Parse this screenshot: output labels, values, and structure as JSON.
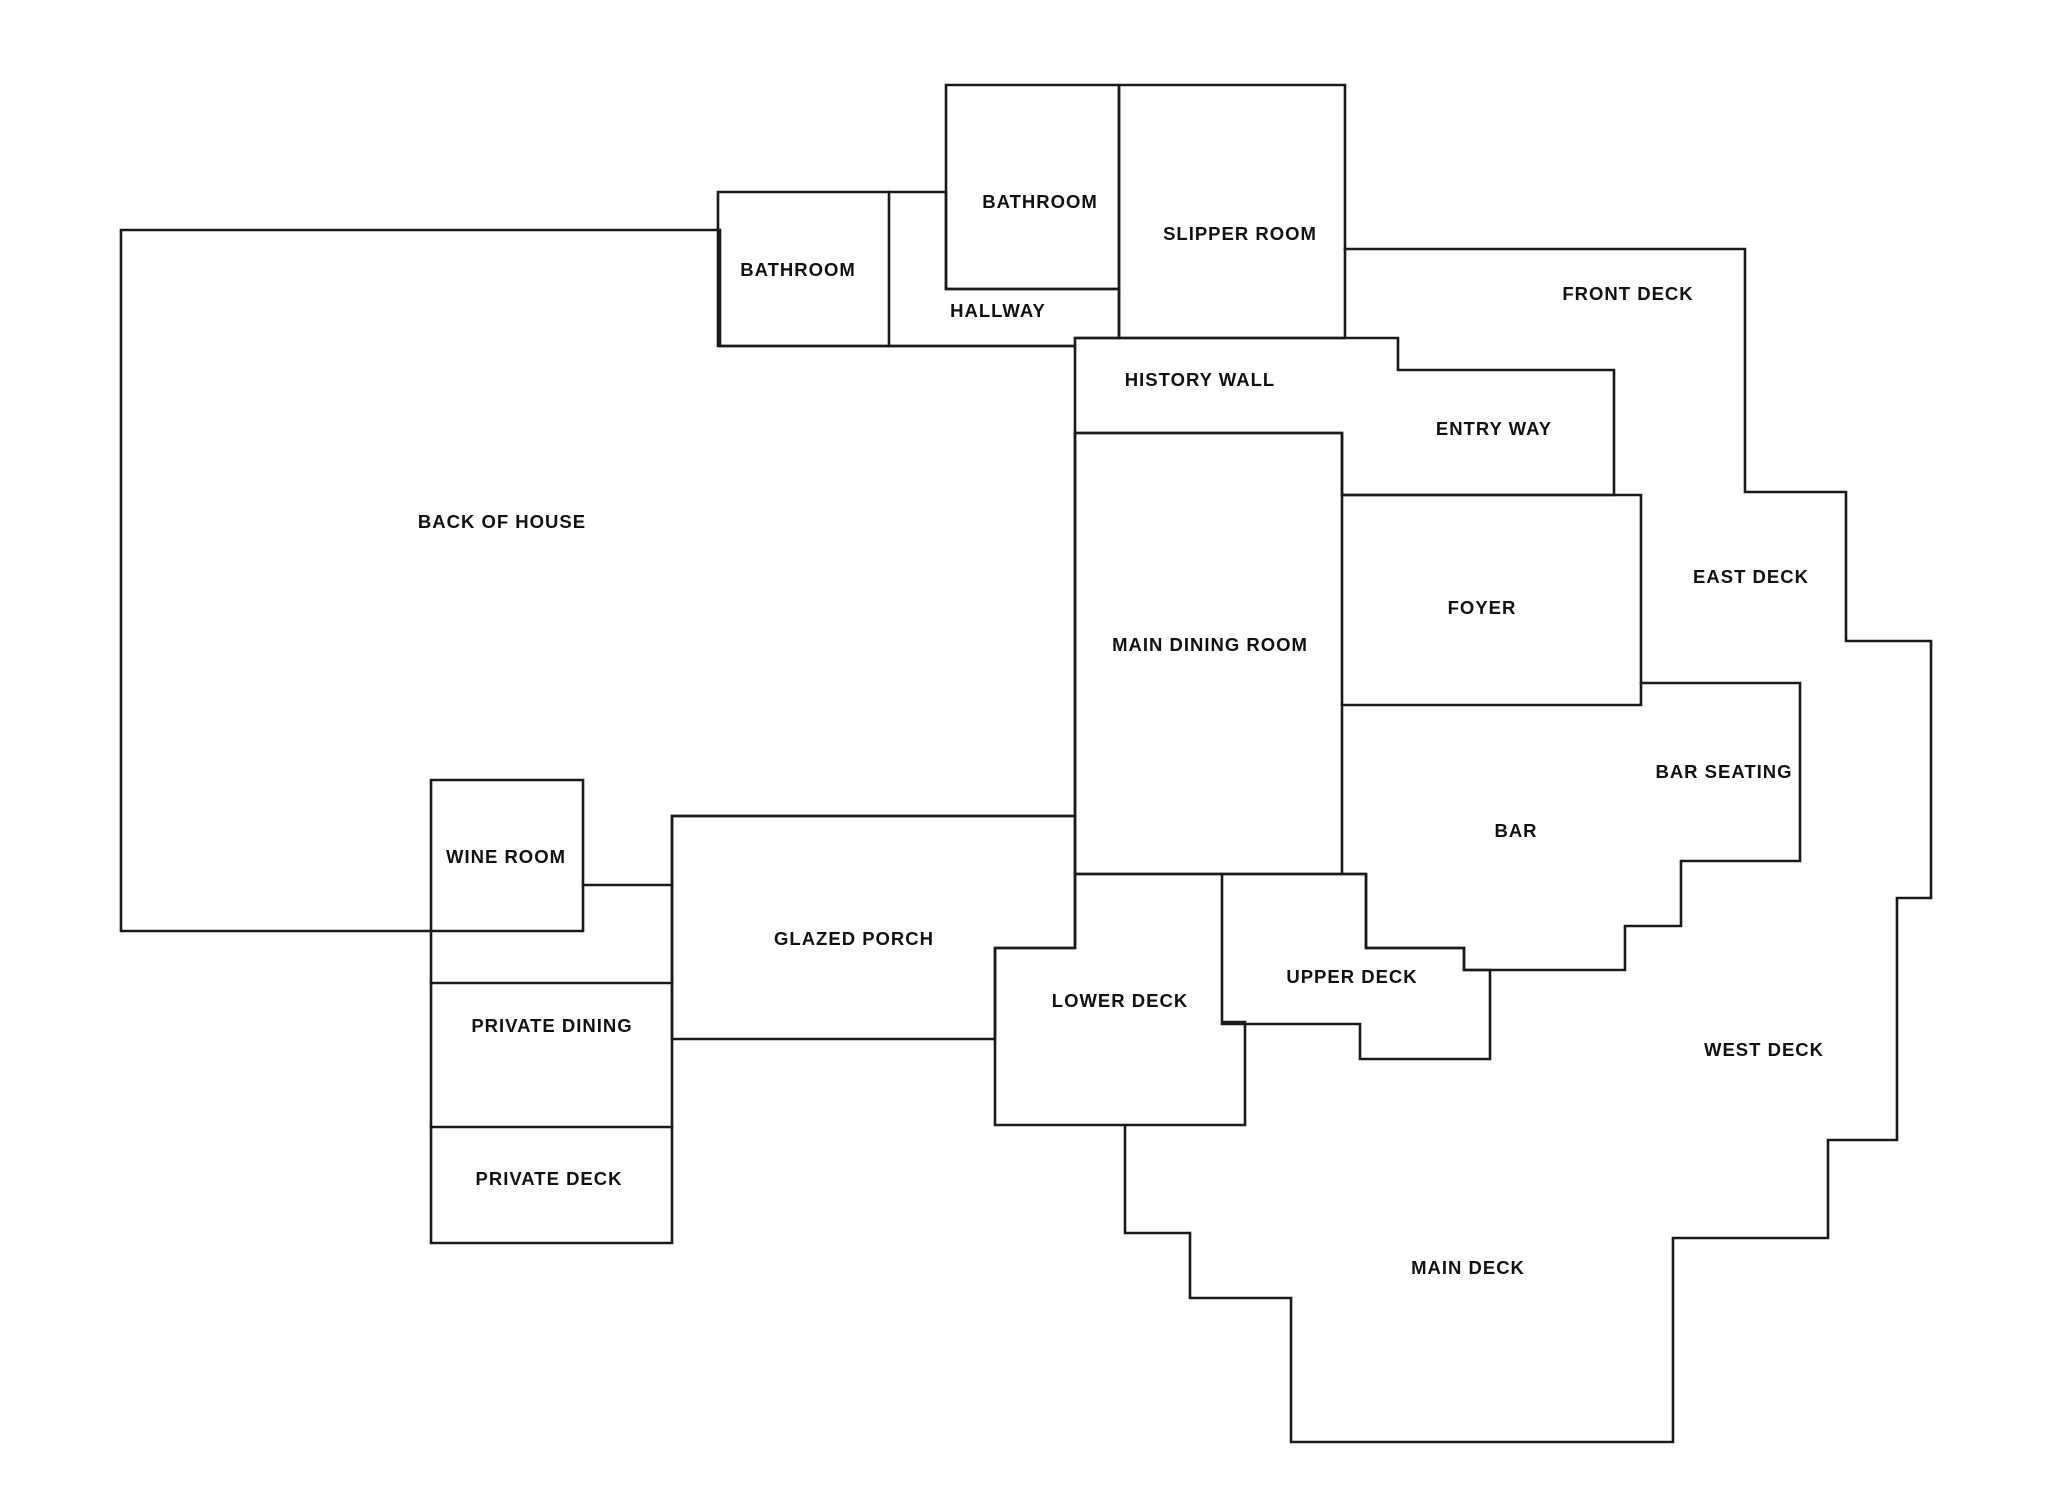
{
  "plan": {
    "line_color": "#1a1a1a",
    "background": "#ffffff",
    "rooms": {
      "back_of_house": "BACK OF HOUSE",
      "bathroom_west": "BATHROOM",
      "hallway": "HALLWAY",
      "bathroom_north": "BATHROOM",
      "slipper_room": "SLIPPER ROOM",
      "front_deck": "FRONT DECK",
      "history_wall": "HISTORY WALL",
      "entry_way": "ENTRY WAY",
      "main_dining_room": "MAIN DINING ROOM",
      "foyer": "FOYER",
      "east_deck": "EAST DECK",
      "bar_seating": "BAR SEATING",
      "bar": "BAR",
      "wine_room": "WINE ROOM",
      "glazed_porch": "GLAZED PORCH",
      "private_dining": "PRIVATE DINING",
      "private_deck": "PRIVATE DECK",
      "lower_deck": "LOWER DECK",
      "upper_deck": "UPPER DECK",
      "west_deck": "WEST DECK",
      "main_deck": "MAIN DECK"
    }
  }
}
